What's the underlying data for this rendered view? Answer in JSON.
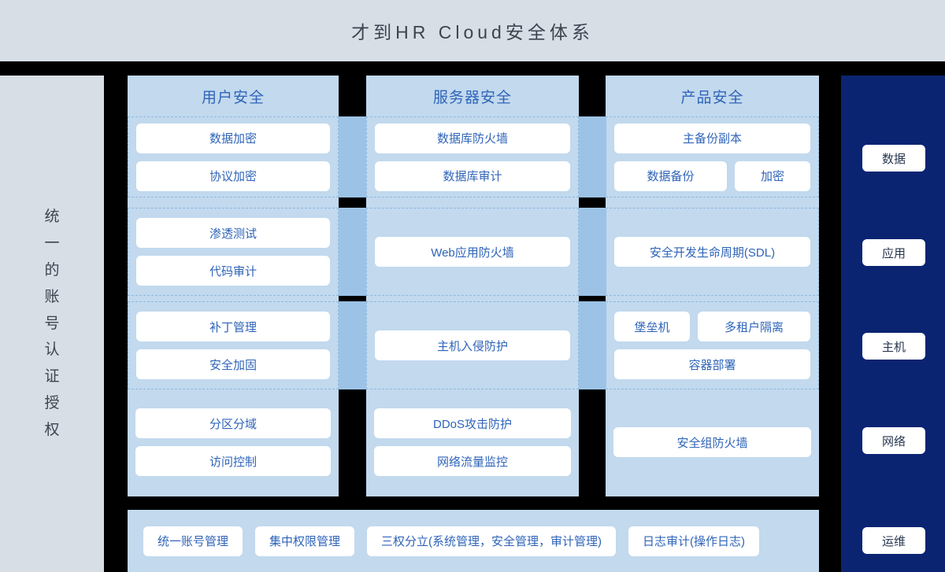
{
  "header": {
    "title": "才到HR Cloud安全体系",
    "background": "#d7dee6",
    "text_color": "#3d4450"
  },
  "left_panel": {
    "label": "统一的账号认证授权",
    "background": "#d7dee6"
  },
  "colors": {
    "column_bg": "#c2d9ee",
    "connector": "#9cc3e6",
    "pill_bg": "#ffffff",
    "pill_text": "#2f64b8",
    "sidebar_bg": "#0a2472",
    "dashed_border": "#8fb9de",
    "gap": "#000000"
  },
  "columns": [
    {
      "title": "用户安全",
      "bands": [
        {
          "dashed": true,
          "items": [
            {
              "label": "数据加密"
            },
            {
              "label": "协议加密"
            }
          ]
        },
        {
          "dashed": true,
          "items": [
            {
              "label": "渗透测试"
            },
            {
              "label": "代码审计"
            }
          ]
        },
        {
          "dashed": true,
          "items": [
            {
              "label": "补丁管理"
            },
            {
              "label": "安全加固"
            }
          ]
        },
        {
          "dashed": false,
          "items": [
            {
              "label": "分区分域"
            },
            {
              "label": "访问控制"
            }
          ]
        }
      ]
    },
    {
      "title": "服务器安全",
      "bands": [
        {
          "dashed": true,
          "items": [
            {
              "label": "数据库防火墙"
            },
            {
              "label": "数据库审计"
            }
          ]
        },
        {
          "dashed": true,
          "items": [
            {
              "label": "Web应用防火墙"
            }
          ]
        },
        {
          "dashed": true,
          "items": [
            {
              "label": "主机入侵防护"
            }
          ]
        },
        {
          "dashed": false,
          "items": [
            {
              "label": "DDoS攻击防护"
            },
            {
              "label": "网络流量监控"
            }
          ]
        }
      ]
    },
    {
      "title": "产品安全",
      "bands": [
        {
          "dashed": true,
          "items": [
            {
              "label": "主备份副本"
            },
            {
              "row": [
                {
                  "label": "数据备份"
                },
                {
                  "label": "加密",
                  "narrow": true
                }
              ]
            }
          ]
        },
        {
          "dashed": true,
          "items": [
            {
              "label": "安全开发生命周期(SDL)"
            }
          ]
        },
        {
          "dashed": true,
          "items": [
            {
              "row": [
                {
                  "label": "堡垒机",
                  "narrow": true
                },
                {
                  "label": "多租户隔离"
                }
              ]
            },
            {
              "label": "容器部署"
            }
          ]
        },
        {
          "dashed": false,
          "items": [
            {
              "label": "安全组防火墙"
            }
          ]
        }
      ]
    }
  ],
  "sidebar": {
    "items": [
      {
        "label": "数据"
      },
      {
        "label": "应用"
      },
      {
        "label": "主机"
      },
      {
        "label": "网络"
      },
      {
        "label": "运维"
      }
    ]
  },
  "bottom_bar": {
    "items": [
      {
        "label": "统一账号管理"
      },
      {
        "label": "集中权限管理"
      },
      {
        "label": "三权分立(系统管理，安全管理，审计管理)"
      },
      {
        "label": "日志审计(操作日志)"
      }
    ]
  }
}
